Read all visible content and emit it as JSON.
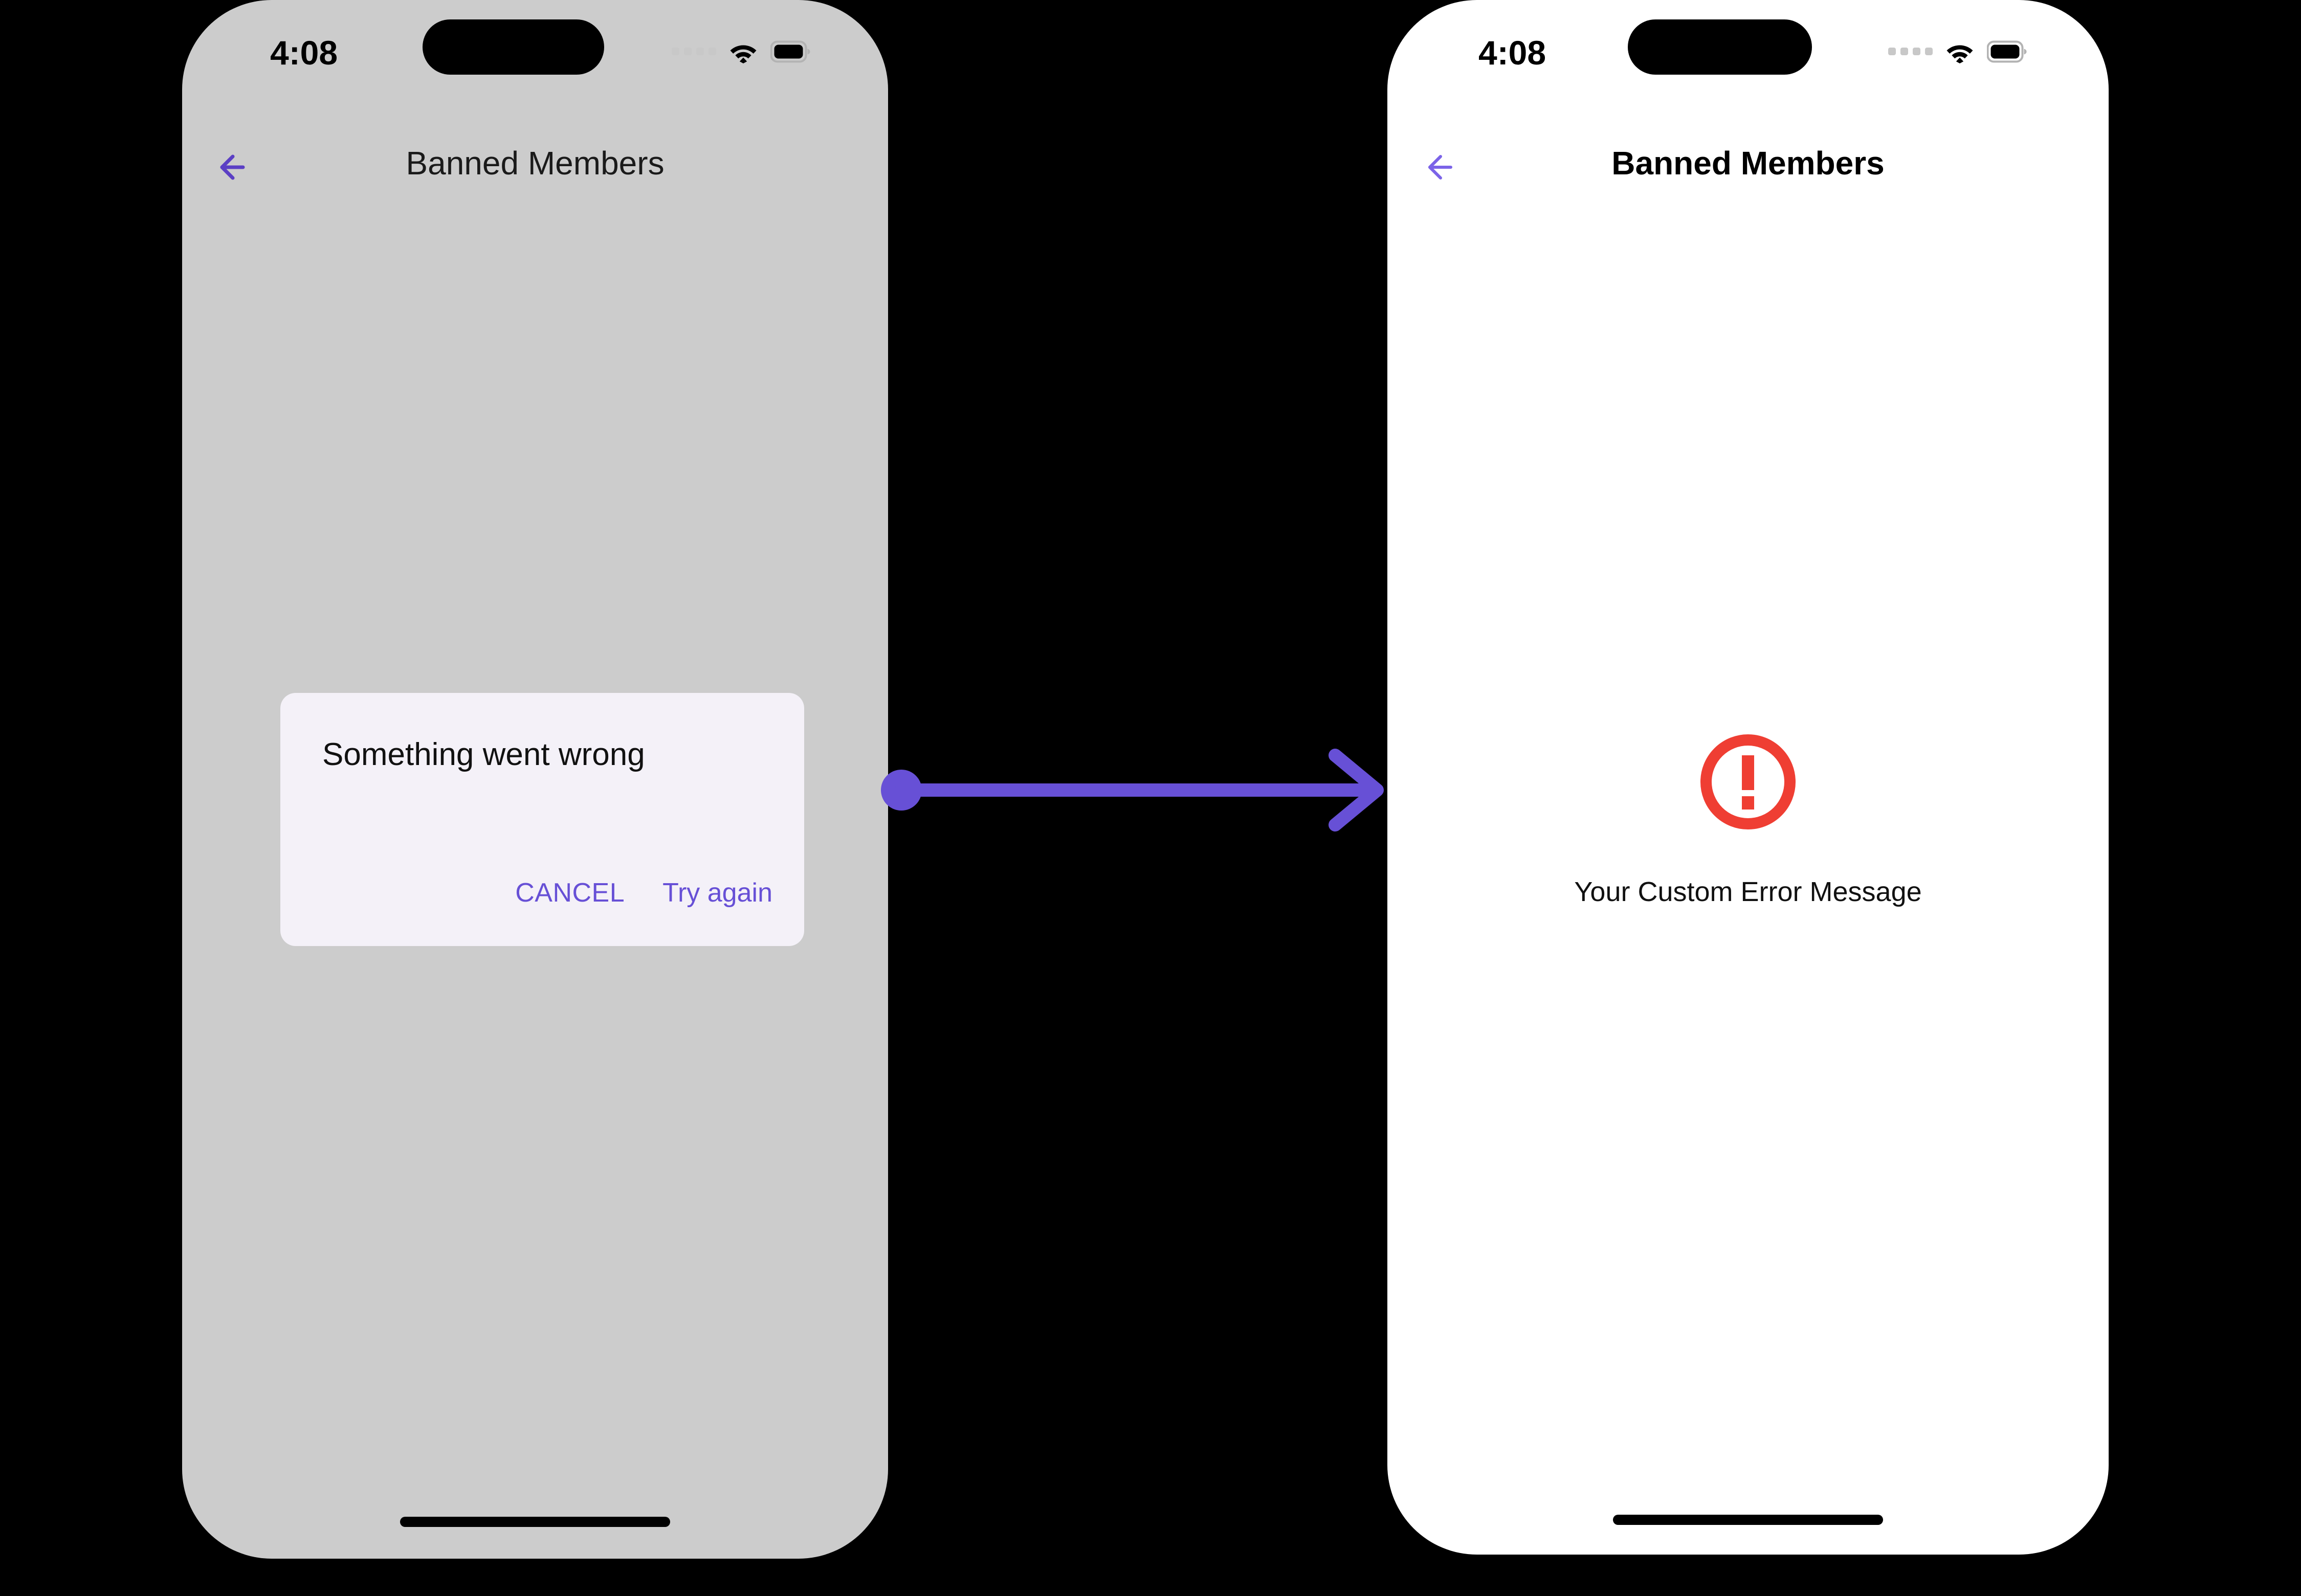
{
  "page": {
    "background_color": "#000000",
    "accent_color": "#6750d6",
    "error_color": "#ef3e33"
  },
  "phones": {
    "left": {
      "screen_background": "#cccccc",
      "scrim_active": true,
      "status_bar": {
        "time": "4:08",
        "signal_icon": "signal-dots-icon",
        "wifi_icon": "wifi-icon",
        "battery_icon": "battery-full-icon"
      },
      "nav": {
        "back_icon": "arrow-left-icon",
        "title": "Banned Members"
      },
      "dialog": {
        "background_color": "#f4f1f8",
        "title": "Something went wrong",
        "cancel_label": "CANCEL",
        "retry_label": "Try again"
      }
    },
    "right": {
      "screen_background": "#ffffff",
      "status_bar": {
        "time": "4:08",
        "signal_icon": "signal-dots-icon",
        "wifi_icon": "wifi-icon",
        "battery_icon": "battery-full-icon"
      },
      "nav": {
        "back_icon": "arrow-left-icon",
        "title": "Banned Members"
      },
      "error_state": {
        "icon": "error-exclamation-circle-icon",
        "icon_color": "#ef3e33",
        "message": "Your Custom Error Message"
      }
    }
  },
  "connector": {
    "icon": "arrow-right-connector",
    "color": "#6750d6",
    "direction": "left-to-right"
  }
}
